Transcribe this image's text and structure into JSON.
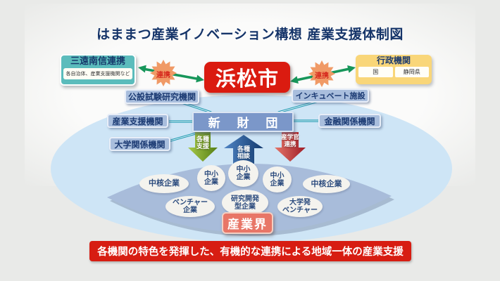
{
  "title": "はままつ産業イノベーション構想 産業支援体制図",
  "partners": {
    "sanen": {
      "title": "三遠南信連携",
      "note": "各自治体、産業支援機関など"
    },
    "city": "浜松市",
    "government": {
      "title": "行政機関",
      "members": [
        "国",
        "静岡県"
      ]
    },
    "link_left": "連携",
    "link_right": "連携"
  },
  "foundation": {
    "name": "新 財 団",
    "left_orgs": [
      "公設試験研究機関",
      "産業支援機関",
      "大学関係機関"
    ],
    "right_orgs": [
      "インキュベート施設",
      "金融関係機関"
    ]
  },
  "flows": {
    "support": "各種\n支援",
    "consult": "各種\n相談",
    "sangakukan": "産学官\n連携"
  },
  "industry": {
    "label": "産業界",
    "companies": [
      "中核企業",
      "中小\n企業",
      "中小\n企業",
      "中小\n企業",
      "中核企業",
      "ベンチャー\n企業",
      "研究開発\n型企業",
      "大学発\nベンチャー"
    ]
  },
  "banner": "各機関の特色を発揮した、有機的な連携による地域一体の産業支援",
  "colors": {
    "accent_red": "#d71d12",
    "city_red": "#da1b10",
    "teal": "#5bbcbc",
    "amber": "#f9d679",
    "org_box_blue": "#a9bedd",
    "foundation_blue": "#7b97c9",
    "ellipse_blue": "#cee5f6",
    "lens_blue": "#a8bcda",
    "link_green": "#17965a",
    "starburst_orange": "#f09a66"
  }
}
